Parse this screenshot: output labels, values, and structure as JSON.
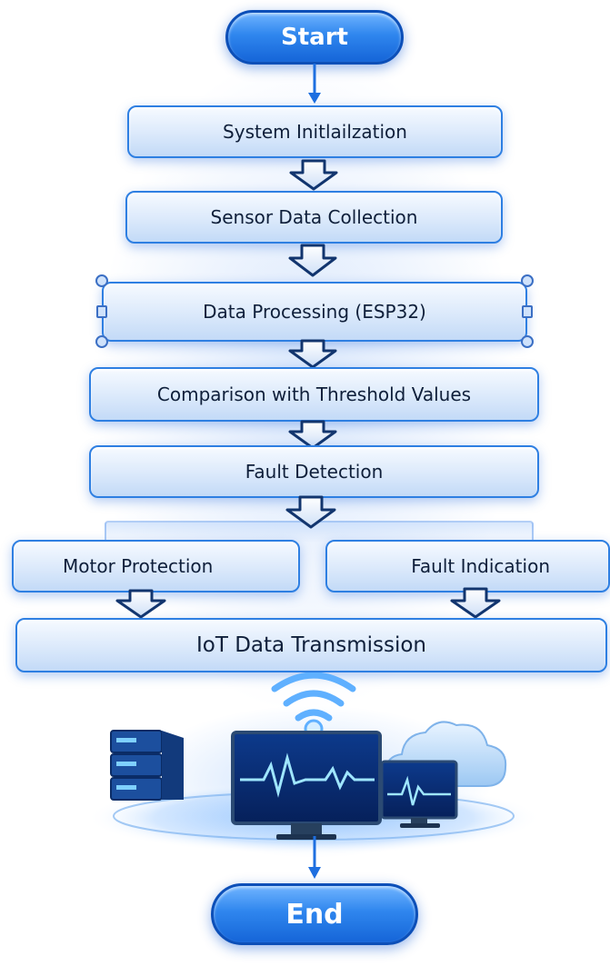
{
  "flowchart": {
    "start": "Start",
    "steps": [
      "System Initlailzation",
      "Sensor Data Collection",
      "Data Processing (ESP32)",
      "Comparison with Threshold Values",
      "Fault Detection"
    ],
    "branches": [
      "Motor Protection",
      "Fault Indication"
    ],
    "merge": "IoT Data Transmission",
    "end": "End"
  },
  "colors": {
    "accent": "#2f86ee",
    "box_fill": "#dbe9fb",
    "box_border": "#2e7fe2",
    "text": "#0f1f3a"
  },
  "icons": [
    "wifi-icon",
    "server-rack-icon",
    "monitor-heartbeat-icon",
    "laptop-icon",
    "cloud-icon"
  ]
}
